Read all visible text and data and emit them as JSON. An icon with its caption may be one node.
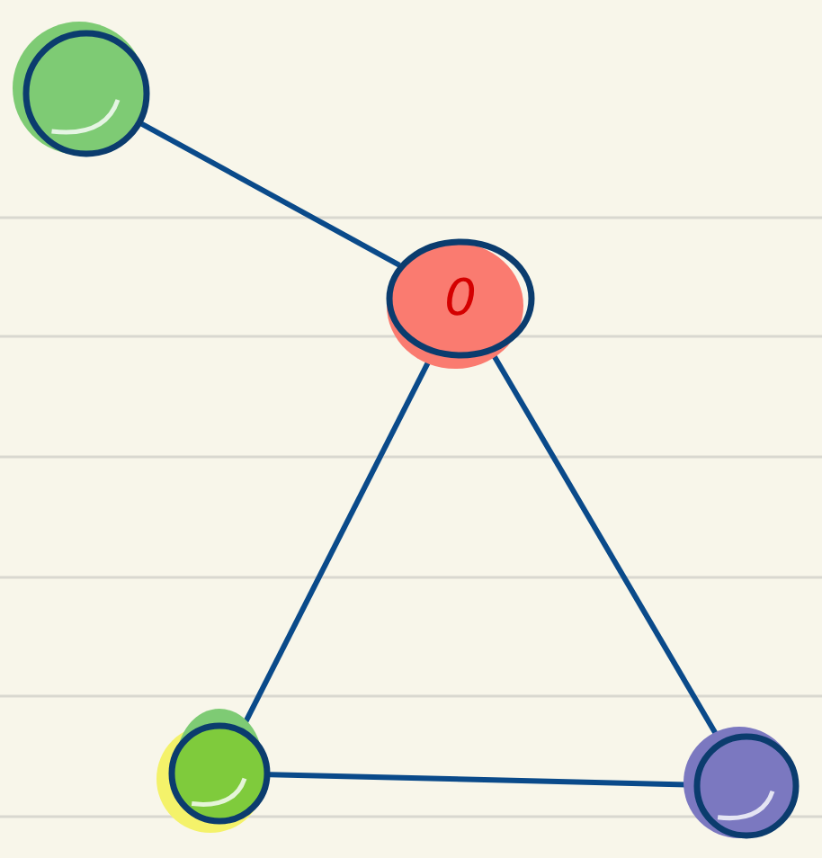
{
  "diagram": {
    "nodes": [
      {
        "text": [],
        "shape": "circle"
      },
      {
        "text": [
          "0"
        ]
      },
      {
        "text": [],
        "shape": "circle"
      },
      {
        "text": [],
        "shape": "circle"
      }
    ],
    "edges": [
      {
        "from": 0,
        "to": 1,
        "arrow": "none"
      },
      {
        "from": 1,
        "to": 2,
        "arrow": "none"
      },
      {
        "from": 1,
        "to": 3,
        "arrow": "none"
      },
      {
        "from": 2,
        "to": 3,
        "arrow": "none"
      }
    ]
  }
}
